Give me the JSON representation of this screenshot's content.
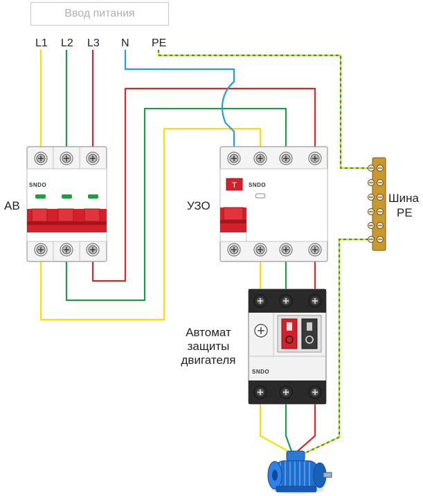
{
  "power_input": "Ввод питания",
  "terminals": {
    "l1": "L1",
    "l2": "L2",
    "l3": "L3",
    "n": "N",
    "pe": "PE"
  },
  "devices": {
    "breaker": "АВ",
    "rcd": "УЗО",
    "rcd_test": "T",
    "motor_protector": [
      "Автомат",
      "защиты",
      "двигателя"
    ],
    "pe_bus": [
      "Шина",
      "PE"
    ],
    "brand": "SNDO"
  },
  "colors": {
    "l1": "#f2e200",
    "l2": "#1e9a4a",
    "l3": "#d8262a",
    "n": "#2a9ad8",
    "pe_yellow": "#e6d800",
    "pe_green": "#2a9a3a",
    "device_red": "#d3202a",
    "motor_blue": "#1f6fd0"
  }
}
